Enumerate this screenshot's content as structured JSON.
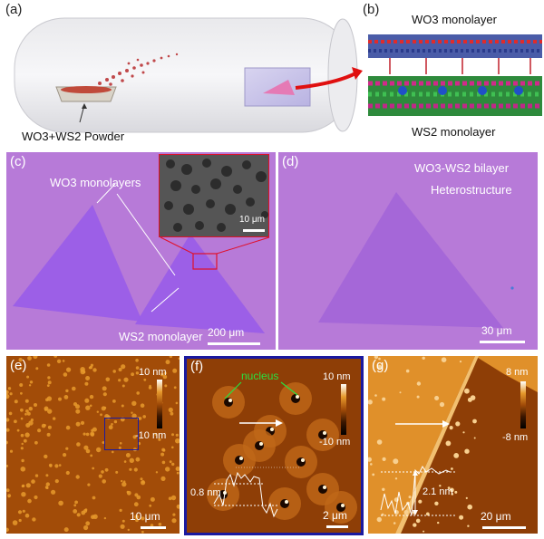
{
  "panels": {
    "a": {
      "label": "(a)",
      "powder_label": "WO3+WS2 Powder"
    },
    "b": {
      "label": "(b)",
      "top_label": "WO3 monolayer",
      "bottom_label": "WS2 monolayer"
    },
    "c": {
      "label": "(c)",
      "label_wo3": "WO3 monolayers",
      "label_ws2": "WS2 monolayer",
      "scale_bar": "200 μm",
      "inset_scale_bar": "10 μm"
    },
    "d": {
      "label": "(d)",
      "title_line1": "WO3-WS2 bilayer",
      "title_line2": "Heterostructure",
      "scale_bar": "30 μm"
    },
    "e": {
      "label": "(e)",
      "cb_max": "10 nm",
      "cb_min": "-10 nm",
      "scale_bar": "10 μm"
    },
    "f": {
      "label": "(f)",
      "nucleus_label": "nucleus",
      "cb_max": "10 nm",
      "cb_min": "-10 nm",
      "height": "0.8 nm",
      "scale_bar": "2 μm"
    },
    "g": {
      "label": "(g)",
      "cb_max": "8 nm",
      "cb_min": "-8 nm",
      "height": "2.1 nm",
      "scale_bar": "20 μm"
    }
  },
  "colors": {
    "optical_bg": "#b77ad8",
    "ws2_flake": "#9a5ee8",
    "afm_dark": "#3a1600",
    "afm_mid": "#a24c08",
    "afm_light": "#e79a2c",
    "arrow_red": "#e01010",
    "nucleus_green": "#29e040",
    "frame_blue": "#1a1aa0"
  }
}
